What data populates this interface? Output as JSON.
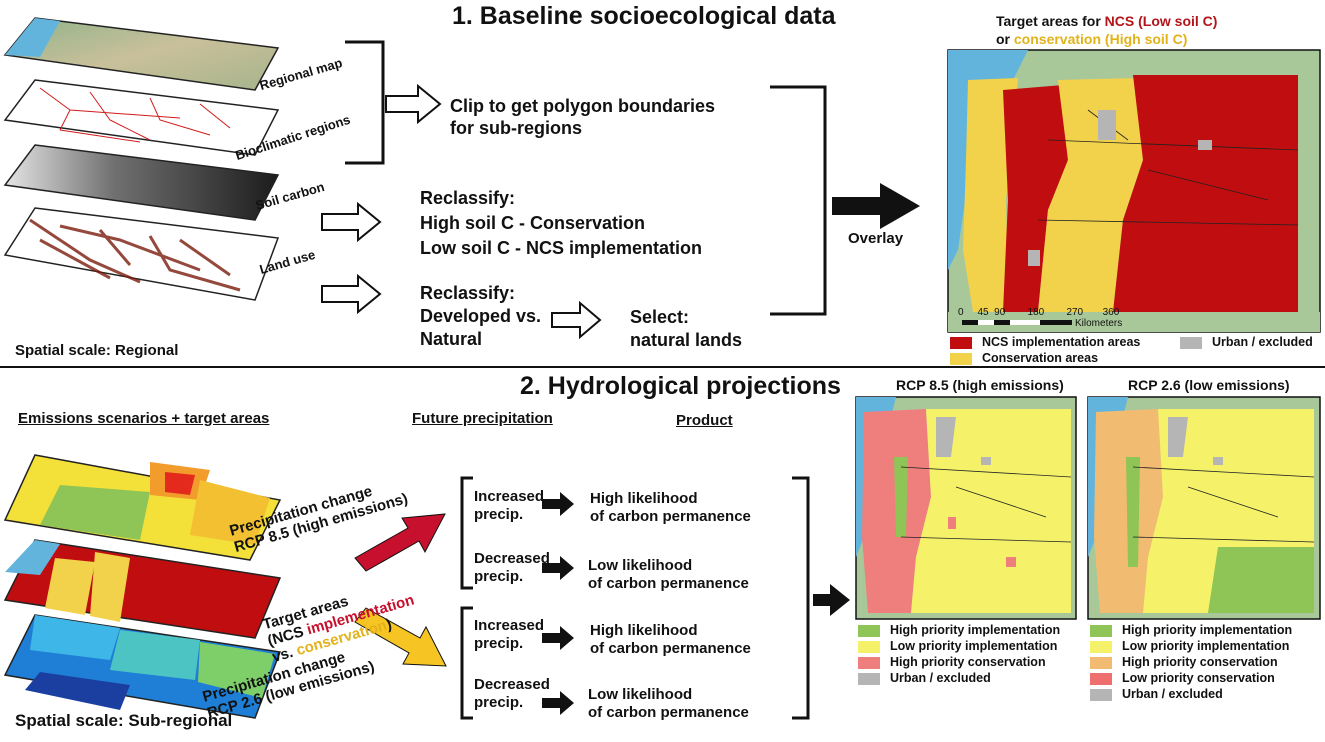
{
  "colors": {
    "ncs_red": "#c00d10",
    "conservation_yellow": "#f2d24a",
    "urban_gray": "#b5b5b5",
    "ocean": "#63b4dc",
    "hp_implementation": "#8fc456",
    "lp_implementation": "#f5f26a",
    "hp_conservation_85": "#ef7f7d",
    "hp_conservation_26": "#f2bb72",
    "lp_conservation_26": "#ef6f6f",
    "arrow_red": "#c6102d",
    "arrow_yellow": "#f7c523"
  },
  "section1": {
    "title": "1. Baseline socioecological data",
    "layers": [
      "Regional map",
      "Bioclimatic regions",
      "Soil carbon",
      "Land use"
    ],
    "clip_text": [
      "Clip to get polygon boundaries",
      "for sub-regions"
    ],
    "reclassify1": [
      "Reclassify:",
      "High soil C -  Conservation",
      "Low soil C   - NCS implementation"
    ],
    "reclassify2": [
      "Reclassify:",
      "Developed vs.",
      "Natural"
    ],
    "select": [
      "Select:",
      "natural lands"
    ],
    "overlay": "Overlay",
    "spatial_scale": "Spatial scale: Regional",
    "map_title_line1_a": "Target areas for ",
    "map_title_line1_b": "NCS (Low soil C)",
    "map_title_line2_a": "or ",
    "map_title_line2_b": "conservation (High soil C)",
    "scale_ticks": [
      "0",
      "45",
      "90",
      "180",
      "270",
      "360"
    ],
    "scale_unit": "Kilometers",
    "legend": {
      "ncs": "NCS implementation areas",
      "conservation": "Conservation areas",
      "urban": "Urban / excluded"
    }
  },
  "section2": {
    "title": "2. Hydrological projections",
    "col_emissions": "Emissions scenarios + target areas",
    "col_future": "Future precipitation",
    "col_product": "Product",
    "layer_rcp85": [
      "Precipitation change",
      "RCP 8.5 (high emissions)"
    ],
    "layer_target_a": "Target areas",
    "layer_target_b1": "(NCS ",
    "layer_target_b2": "implementation",
    "layer_target_c1": "vs. ",
    "layer_target_c2": "conservation",
    "layer_target_c3": ")",
    "layer_rcp26": [
      "Precipitation change",
      "RCP 2.6 (low emissions)"
    ],
    "spatial_scale": "Spatial scale: Sub-regional",
    "blocks": [
      {
        "precip": [
          "Increased",
          "precip."
        ],
        "product": [
          "High likelihood",
          "of carbon permanence"
        ]
      },
      {
        "precip": [
          "Decreased",
          "precip."
        ],
        "product": [
          "Low likelihood",
          "of carbon permanence"
        ]
      },
      {
        "precip": [
          "Increased",
          "precip."
        ],
        "product": [
          "High likelihood",
          "of carbon permanence"
        ]
      },
      {
        "precip": [
          "Decreased",
          "precip."
        ],
        "product": [
          "Low likelihood",
          "of carbon permanence"
        ]
      }
    ],
    "map85_title": "RCP 8.5 (high emissions)",
    "map26_title": "RCP 2.6 (low emissions)",
    "legend85": [
      "High priority implementation",
      "Low priority implementation",
      "High priority conservation",
      "Urban / excluded"
    ],
    "legend26": [
      "High priority implementation",
      "Low priority implementation",
      "High priority conservation",
      "Low priority conservation",
      "Urban / excluded"
    ]
  }
}
